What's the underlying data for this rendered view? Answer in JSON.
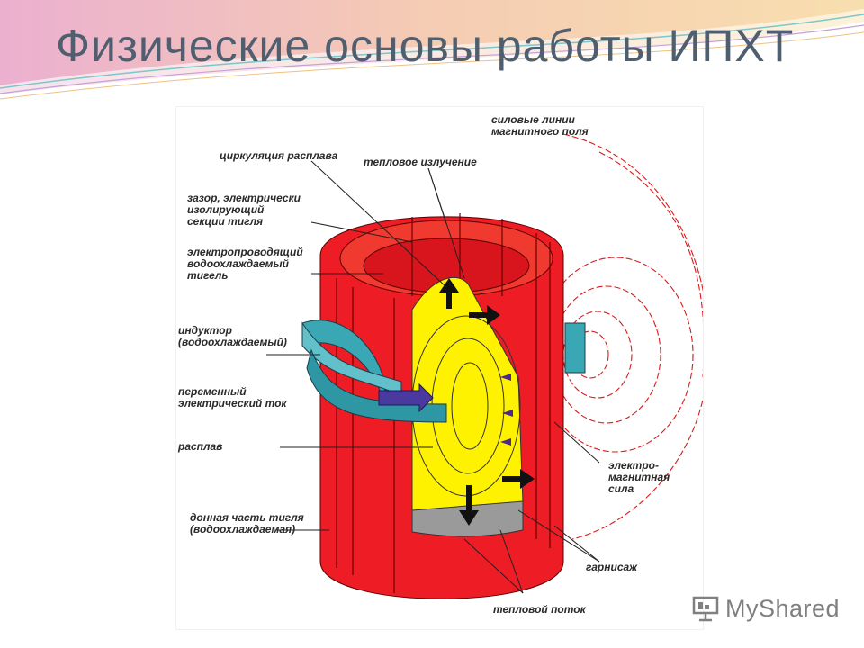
{
  "slide": {
    "title": "Физические основы работы ИПХТ"
  },
  "diagram": {
    "labels": {
      "melt_circulation": "циркуляция расплава",
      "thermal_radiation": "тепловое излучение",
      "field_lines_1": "силовые линии",
      "field_lines_2": "магнитного поля",
      "gap_1": "зазор, электрически",
      "gap_2": "изолирующий",
      "gap_3": "секции тигля",
      "crucible_1": "электропроводящий",
      "crucible_2": "водоохлаждаемый",
      "crucible_3": "тигель",
      "inductor_1": "индуктор",
      "inductor_2": "(водоохлаждаемый)",
      "current_1": "переменный",
      "current_2": "электрический ток",
      "melt": "расплав",
      "em_force_1": "электро-",
      "em_force_2": "магнитная",
      "em_force_3": "сила",
      "bottom_1": "донная часть тигля",
      "bottom_2": "(водоохлаждаемая)",
      "skull": "гарнисаж",
      "heat_flow": "тепловой поток"
    }
  },
  "logo": {
    "text": "MyShared"
  },
  "colors": {
    "title": "#4f5f70",
    "crucible": "#ee1c25",
    "melt": "#fff200",
    "inductor": "#3aa7b4",
    "skull": "#9a9a9a",
    "field_lines": "#d81b1b"
  }
}
